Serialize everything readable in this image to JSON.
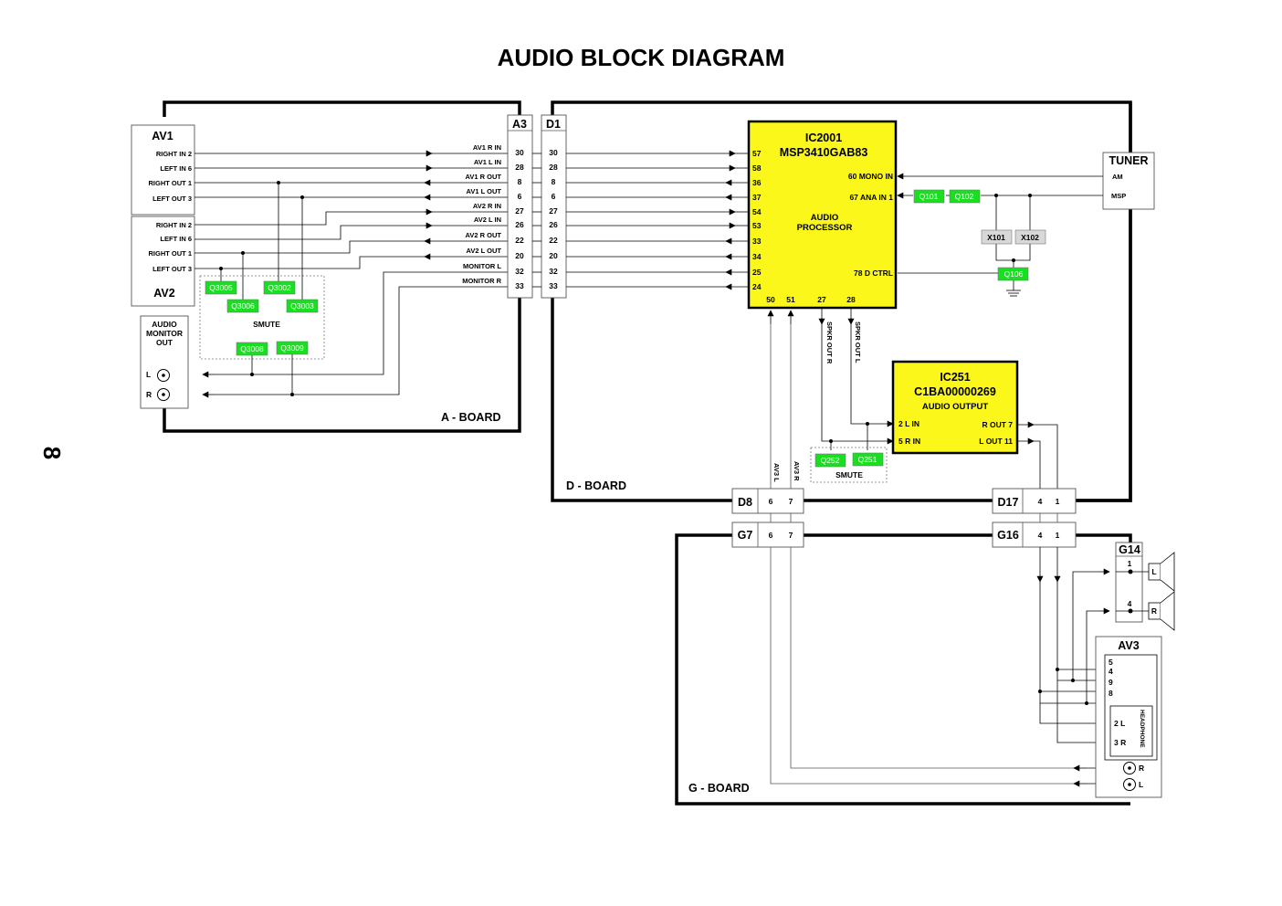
{
  "title": "AUDIO BLOCK DIAGRAM",
  "page_number": "8",
  "boards": {
    "a": "A - BOARD",
    "d": "D - BOARD",
    "g": "G - BOARD"
  },
  "av1": {
    "title": "AV1",
    "pins": [
      "RIGHT IN 2",
      "LEFT IN 6",
      "RIGHT OUT 1",
      "LEFT OUT 3"
    ]
  },
  "av2": {
    "title": "AV2",
    "pins": [
      "RIGHT IN 2",
      "LEFT IN 6",
      "RIGHT OUT 1",
      "LEFT OUT 3"
    ]
  },
  "audio_monitor_out": {
    "lines": [
      "AUDIO",
      "MONITOR",
      "OUT"
    ],
    "l": "L",
    "r": "R"
  },
  "a3": {
    "name": "A3",
    "signals": [
      "AV1 R IN",
      "AV1 L IN",
      "AV1 R OUT",
      "AV1 L OUT",
      "AV2 R IN",
      "AV2 L IN",
      "AV2 R OUT",
      "AV2 L OUT",
      "MONITOR L",
      "MONITOR R"
    ],
    "pins": [
      "30",
      "28",
      "8",
      "6",
      "27",
      "26",
      "22",
      "20",
      "32",
      "33"
    ]
  },
  "d1": {
    "name": "D1",
    "pins": [
      "30",
      "28",
      "8",
      "6",
      "27",
      "26",
      "22",
      "20",
      "32",
      "33"
    ]
  },
  "smute_a": "SMUTE",
  "smute_d": "SMUTE",
  "transistors_a": [
    "Q3005",
    "Q3002",
    "Q3006",
    "Q3003",
    "Q3008",
    "Q3009"
  ],
  "ic2001": {
    "name": "IC2001",
    "part": "MSP3410GAB83",
    "function": [
      "AUDIO",
      "PROCESSOR"
    ],
    "left_pins": [
      "57",
      "58",
      "36",
      "37",
      "54",
      "53",
      "33",
      "34",
      "25",
      "24"
    ],
    "bottom_pins": [
      "50",
      "51",
      "27",
      "28"
    ],
    "right_pins": [
      "60 MONO IN",
      "67 ANA IN 1",
      "78 D CTRL"
    ]
  },
  "tuner": {
    "title": "TUNER",
    "pins": [
      "AM",
      "MSP"
    ]
  },
  "tuner_parts": {
    "q101": "Q101",
    "q102": "Q102",
    "x101": "X101",
    "x102": "X102",
    "q106": "Q106"
  },
  "speaker_labels": {
    "r": "SPKR OUT R",
    "l": "SPKR OUT L"
  },
  "ic251": {
    "name": "IC251",
    "part": "C1BA00000269",
    "function": "AUDIO OUTPUT",
    "pins": [
      "2 L IN",
      "5 R IN",
      "R OUT 7",
      "L OUT 11"
    ]
  },
  "q252": "Q252",
  "q251": "Q251",
  "av3_lines": {
    "l": "AV3 L",
    "r": "AV3 R"
  },
  "d8": {
    "name": "D8",
    "pins": [
      "6",
      "7"
    ]
  },
  "g7": {
    "name": "G7",
    "pins": [
      "6",
      "7"
    ]
  },
  "d17": {
    "name": "D17",
    "pins": [
      "4",
      "1"
    ]
  },
  "g16": {
    "name": "G16",
    "pins": [
      "4",
      "1"
    ]
  },
  "g14": {
    "name": "G14",
    "pins": [
      "1",
      "4"
    ],
    "speakers": [
      "L",
      "R"
    ]
  },
  "av3": {
    "title": "AV3",
    "pins": [
      "5",
      "4",
      "9",
      "8"
    ],
    "headphone": "HEADPHONE",
    "hp_pins": [
      "2 L",
      "3 R"
    ],
    "jacks": [
      "R",
      "L"
    ]
  }
}
